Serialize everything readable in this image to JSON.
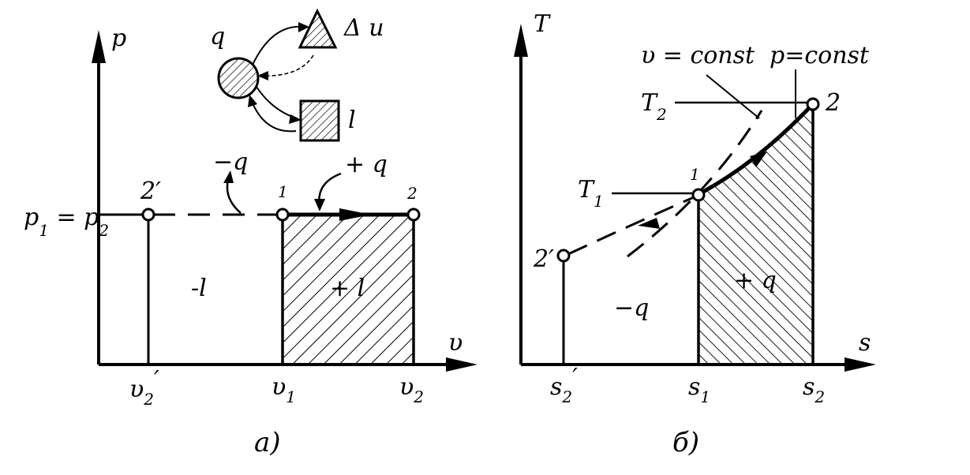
{
  "colors": {
    "ink": "#000000",
    "paper": "#ffffff"
  },
  "panel_a": {
    "caption": "a)",
    "axis_y": "p",
    "axis_x": "υ",
    "pressure_label": {
      "main": "p",
      "sub1": "1",
      "eq": " = ",
      "main2": "p",
      "sub2": "2"
    },
    "points": [
      "2′",
      "1",
      "2"
    ],
    "ticks": [
      {
        "main": "υ",
        "sub": "2",
        "prime": "′"
      },
      {
        "main": "υ",
        "sub": "1",
        "prime": ""
      },
      {
        "main": "υ",
        "sub": "2",
        "prime": ""
      }
    ],
    "heat_minus": "−q",
    "heat_plus": "+ q",
    "work_minus": "-l",
    "work_plus": "+ l",
    "inset": {
      "heat": "q",
      "energy": "Δ u",
      "work": "l"
    }
  },
  "panel_b": {
    "caption": "б)",
    "axis_y": "T",
    "axis_x": "s",
    "curve_v": "υ = const",
    "curve_p": "p=const",
    "points": [
      "2′",
      "1",
      "2"
    ],
    "temps": [
      {
        "main": "T",
        "sub": "2"
      },
      {
        "main": "T",
        "sub": "1"
      }
    ],
    "ticks": [
      {
        "main": "s",
        "sub": "2",
        "prime": "′"
      },
      {
        "main": "s",
        "sub": "1",
        "prime": ""
      },
      {
        "main": "s",
        "sub": "2",
        "prime": ""
      }
    ],
    "heat_minus": "−q",
    "heat_plus": "+ q"
  }
}
